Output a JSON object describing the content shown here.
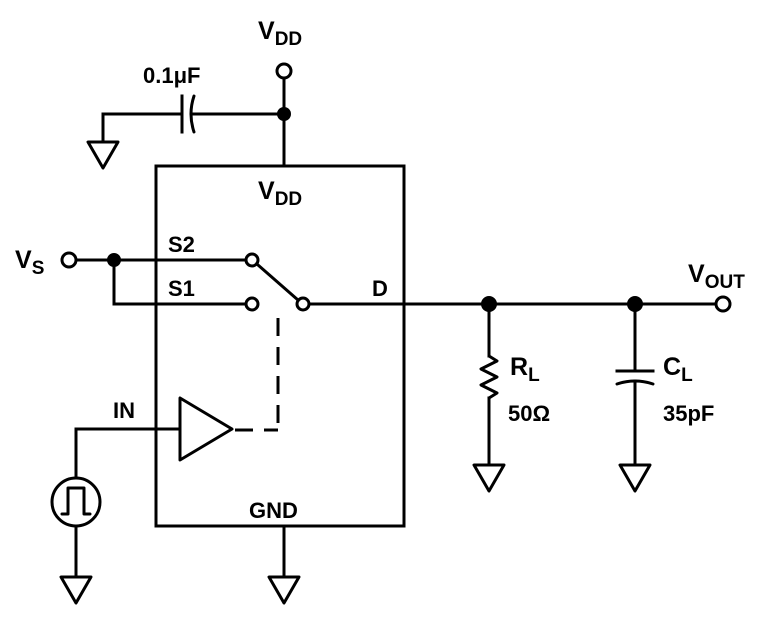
{
  "labels": {
    "vdd_top": "V",
    "vdd_top_sub": "DD",
    "cap_value": "0.1μF",
    "vdd_chip": "V",
    "vdd_chip_sub": "DD",
    "vs": "V",
    "vs_sub": "S",
    "s2": "S2",
    "s1": "S1",
    "d": "D",
    "vout": "V",
    "vout_sub": "OUT",
    "rl": "R",
    "rl_sub": "L",
    "rl_value": "50Ω",
    "cl": "C",
    "cl_sub": "L",
    "cl_value": "35pF",
    "in": "IN",
    "gnd": "GND"
  }
}
